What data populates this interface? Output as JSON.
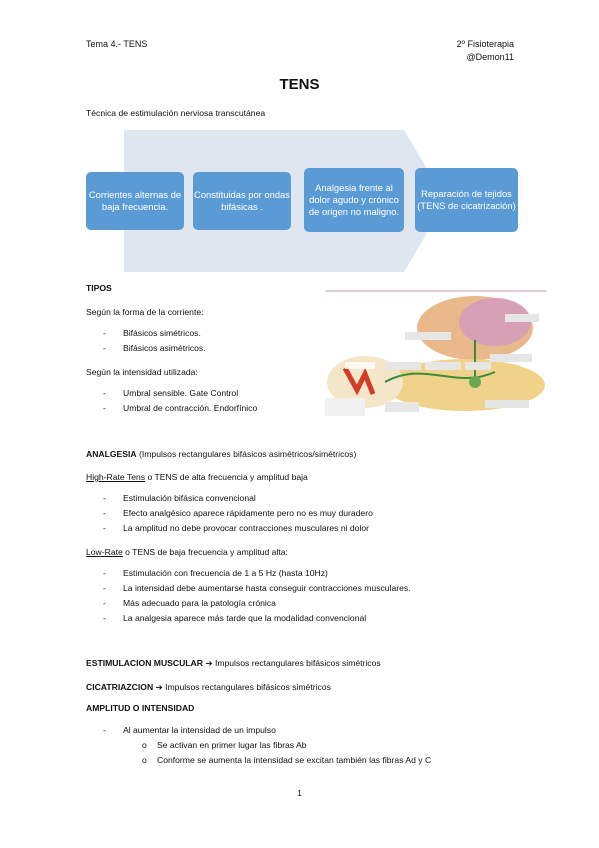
{
  "header": {
    "left": "Tema 4.- TENS",
    "right_line1": "2º Fisioterapia",
    "right_line2": "@Demon11"
  },
  "title": "TENS",
  "subtitle": "Técnica de estimulación nerviosa transcutánea",
  "process": {
    "boxes": [
      "Corrientes alternas de baja frecuencia.",
      "Constituidas por ondas bifásicas .",
      "Analgesia frente al dolor agudo y crónico de origen no maligno.",
      "Reparación de tejidos (TENS de cicatrización)"
    ],
    "colors": {
      "box": "#5b9bd5",
      "arrow": "#dfe6f0"
    }
  },
  "tipos": {
    "heading": "TIPOS",
    "forma_label": "Según la forma de la corriente:",
    "forma_items": [
      "Bifásicos simétricos.",
      "Bifásicos asimétricos."
    ],
    "intensidad_label": "Según la intensidad utilizada:",
    "intensidad_items": [
      "Umbral sensible. Gate Control",
      "Umbral de contracción. Endorfínico"
    ]
  },
  "analgesia": {
    "heading": "ANALGESIA",
    "heading_rest": " (Impulsos rectangulares bifásicos asimétricos/simétricos)",
    "high_rate_label": "High-Rate Tens",
    "high_rate_rest": " o TENS de alta frecuencia y amplitud baja",
    "high_rate_items": [
      "Estimulación bifásica convencional",
      "Efecto analgésico aparece rápidamente pero no es muy duradero",
      "La amplitud no debe provocar contracciones musculares ni dolor"
    ],
    "low_rate_label": "Low-Rate",
    "low_rate_rest": " o TENS de baja frecuencia y amplitud alta:",
    "low_rate_items": [
      "Estimulación con frecuencia de 1 a 5 Hz (hasta 10Hz)",
      "La intensidad debe aumentarse hasta conseguir contracciones musculares.",
      "Más adecuado para la patología crónica",
      "La analgesia aparece más tarde que la modalidad convencional"
    ]
  },
  "estimulacion": {
    "heading": "ESTIMULACION MUSCULAR",
    "arrow": "➔",
    "rest": " Impulsos rectangulares bifásicos simétricos"
  },
  "cicatrizacion": {
    "heading": "CICATRIAZCION",
    "arrow": "➔",
    "rest": " Impulsos rectangulares bifásicos simétricos"
  },
  "amplitud": {
    "heading": "AMPLITUD O INTENSIDAD",
    "item": "Al aumentar la intensidad de un impulso",
    "subitems": [
      "Se activan en primer lugar las fibras Ab",
      "Conforme se aumenta la intensidad se excitan también las fibras Ad y C"
    ]
  },
  "page_number": "1"
}
